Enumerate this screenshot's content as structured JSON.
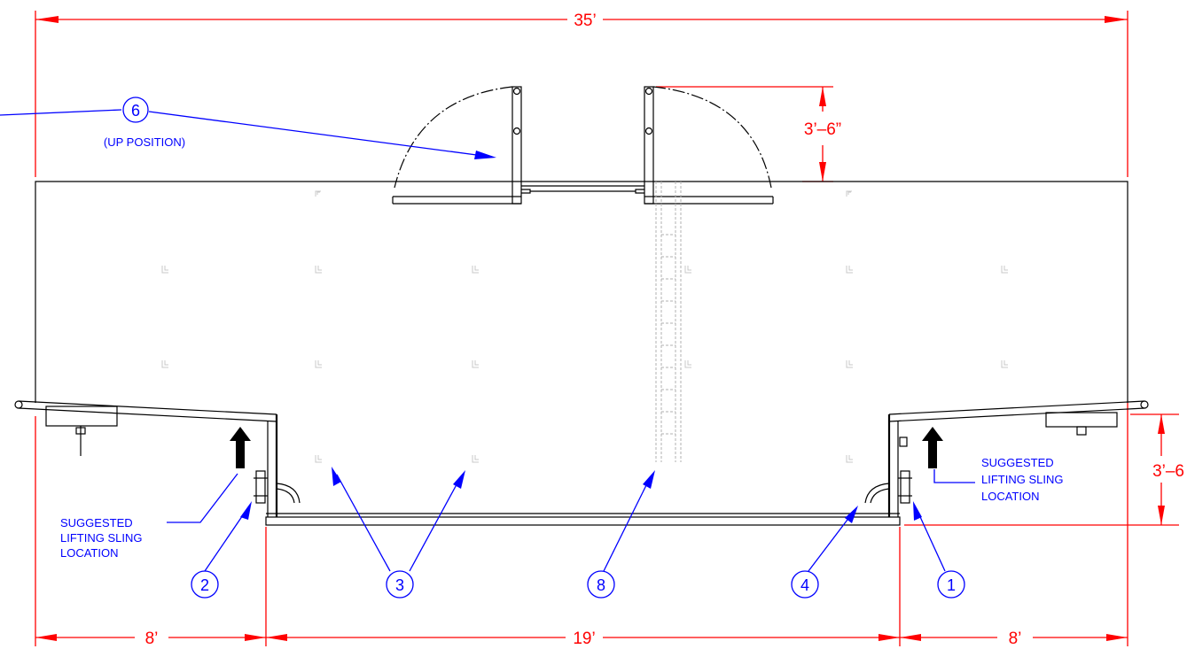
{
  "dimensions": {
    "overall_width": "35’",
    "left_section": "8’",
    "center_section": "19’",
    "right_section": "8’",
    "door_height": "3’–6”",
    "right_height": "3’–6"
  },
  "balloons": {
    "b1": "1",
    "b2": "2",
    "b3": "3",
    "b4": "4",
    "b6": "6",
    "b8": "8"
  },
  "notes": {
    "up_position": "(UP POSITION)",
    "sling_left": [
      "SUGGESTED",
      "LIFTING SLING",
      "LOCATION"
    ],
    "sling_right": [
      "SUGGESTED",
      "LIFTING SLING",
      "LOCATION"
    ]
  },
  "colors": {
    "dimension": "#ff0000",
    "callout": "#0000ff",
    "outline": "#000000"
  }
}
